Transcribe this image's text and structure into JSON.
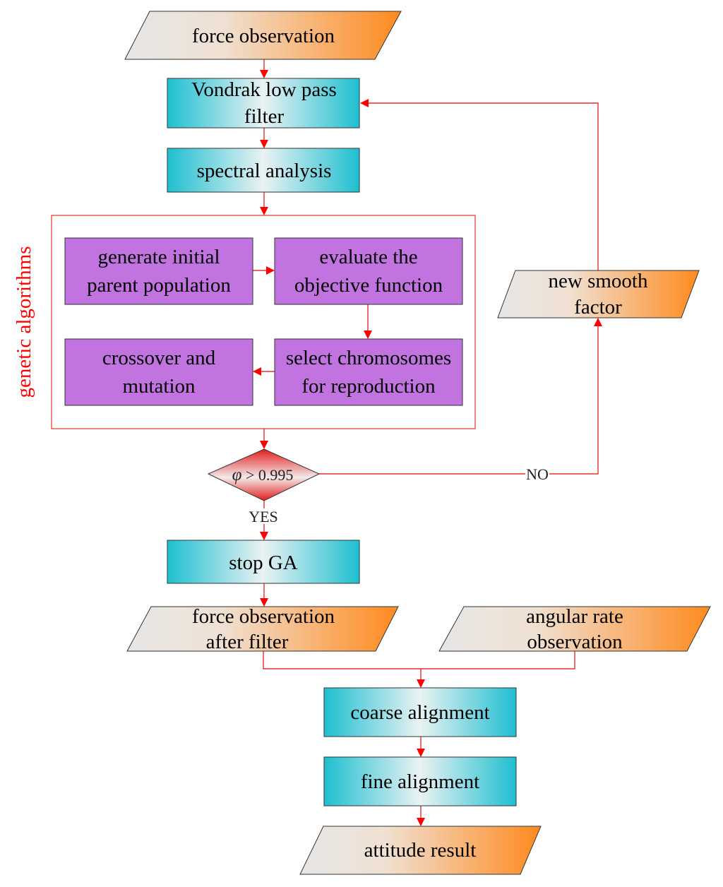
{
  "colors": {
    "parallelogram_gradient": [
      "#e6e6e6",
      "#ff8a1e"
    ],
    "process_gradient": [
      "#1ebfd0",
      "#eaf2f3"
    ],
    "ga_box_fill": "#c173e0",
    "decision_gradient": [
      "#e21c1c",
      "#f4eaea"
    ],
    "connector": "#e53030",
    "ga_label": "#ff0000"
  },
  "nodes": {
    "force_observation": {
      "shape": "parallelogram",
      "lines": [
        "force observation"
      ]
    },
    "vondrak_filter": {
      "shape": "process",
      "lines": [
        "Vondrak low pass",
        "filter"
      ]
    },
    "spectral_analysis": {
      "shape": "process",
      "lines": [
        "spectral analysis"
      ]
    },
    "genetic_algorithms": {
      "shape": "group",
      "label": "genetic algorithms"
    },
    "generate_population": {
      "shape": "ga-box",
      "lines": [
        "generate initial",
        "parent population"
      ]
    },
    "evaluate_objective": {
      "shape": "ga-box",
      "lines": [
        "evaluate the",
        "objective function"
      ]
    },
    "select_chromosomes": {
      "shape": "ga-box",
      "lines": [
        "select chromosomes",
        "for reproduction"
      ]
    },
    "crossover_mutation": {
      "shape": "ga-box",
      "lines": [
        "crossover and",
        "mutation"
      ]
    },
    "decision": {
      "shape": "diamond",
      "symbol": "φ",
      "condition": " > 0.995"
    },
    "new_smooth_factor": {
      "shape": "parallelogram",
      "lines": [
        "new smooth",
        "factor"
      ]
    },
    "stop_ga": {
      "shape": "process",
      "lines": [
        "stop GA"
      ]
    },
    "force_after_filter": {
      "shape": "parallelogram",
      "lines": [
        "force observation",
        "after filter"
      ]
    },
    "angular_rate": {
      "shape": "parallelogram",
      "lines": [
        "angular rate",
        "observation"
      ]
    },
    "coarse_alignment": {
      "shape": "process",
      "lines": [
        "coarse alignment"
      ]
    },
    "fine_alignment": {
      "shape": "process",
      "lines": [
        "fine alignment"
      ]
    },
    "attitude_result": {
      "shape": "parallelogram",
      "lines": [
        "attitude result"
      ]
    }
  },
  "edges": [
    {
      "from": "force_observation",
      "to": "vondrak_filter"
    },
    {
      "from": "vondrak_filter",
      "to": "spectral_analysis"
    },
    {
      "from": "spectral_analysis",
      "to": "genetic_algorithms"
    },
    {
      "from": "generate_population",
      "to": "evaluate_objective"
    },
    {
      "from": "evaluate_objective",
      "to": "select_chromosomes"
    },
    {
      "from": "select_chromosomes",
      "to": "crossover_mutation"
    },
    {
      "from": "genetic_algorithms",
      "to": "decision"
    },
    {
      "from": "decision",
      "to": "new_smooth_factor",
      "label": "NO"
    },
    {
      "from": "new_smooth_factor",
      "to": "vondrak_filter"
    },
    {
      "from": "decision",
      "to": "stop_ga",
      "label": "YES"
    },
    {
      "from": "stop_ga",
      "to": "force_after_filter"
    },
    {
      "from": "force_after_filter",
      "to": "coarse_alignment"
    },
    {
      "from": "angular_rate",
      "to": "coarse_alignment"
    },
    {
      "from": "coarse_alignment",
      "to": "fine_alignment"
    },
    {
      "from": "fine_alignment",
      "to": "attitude_result"
    }
  ]
}
